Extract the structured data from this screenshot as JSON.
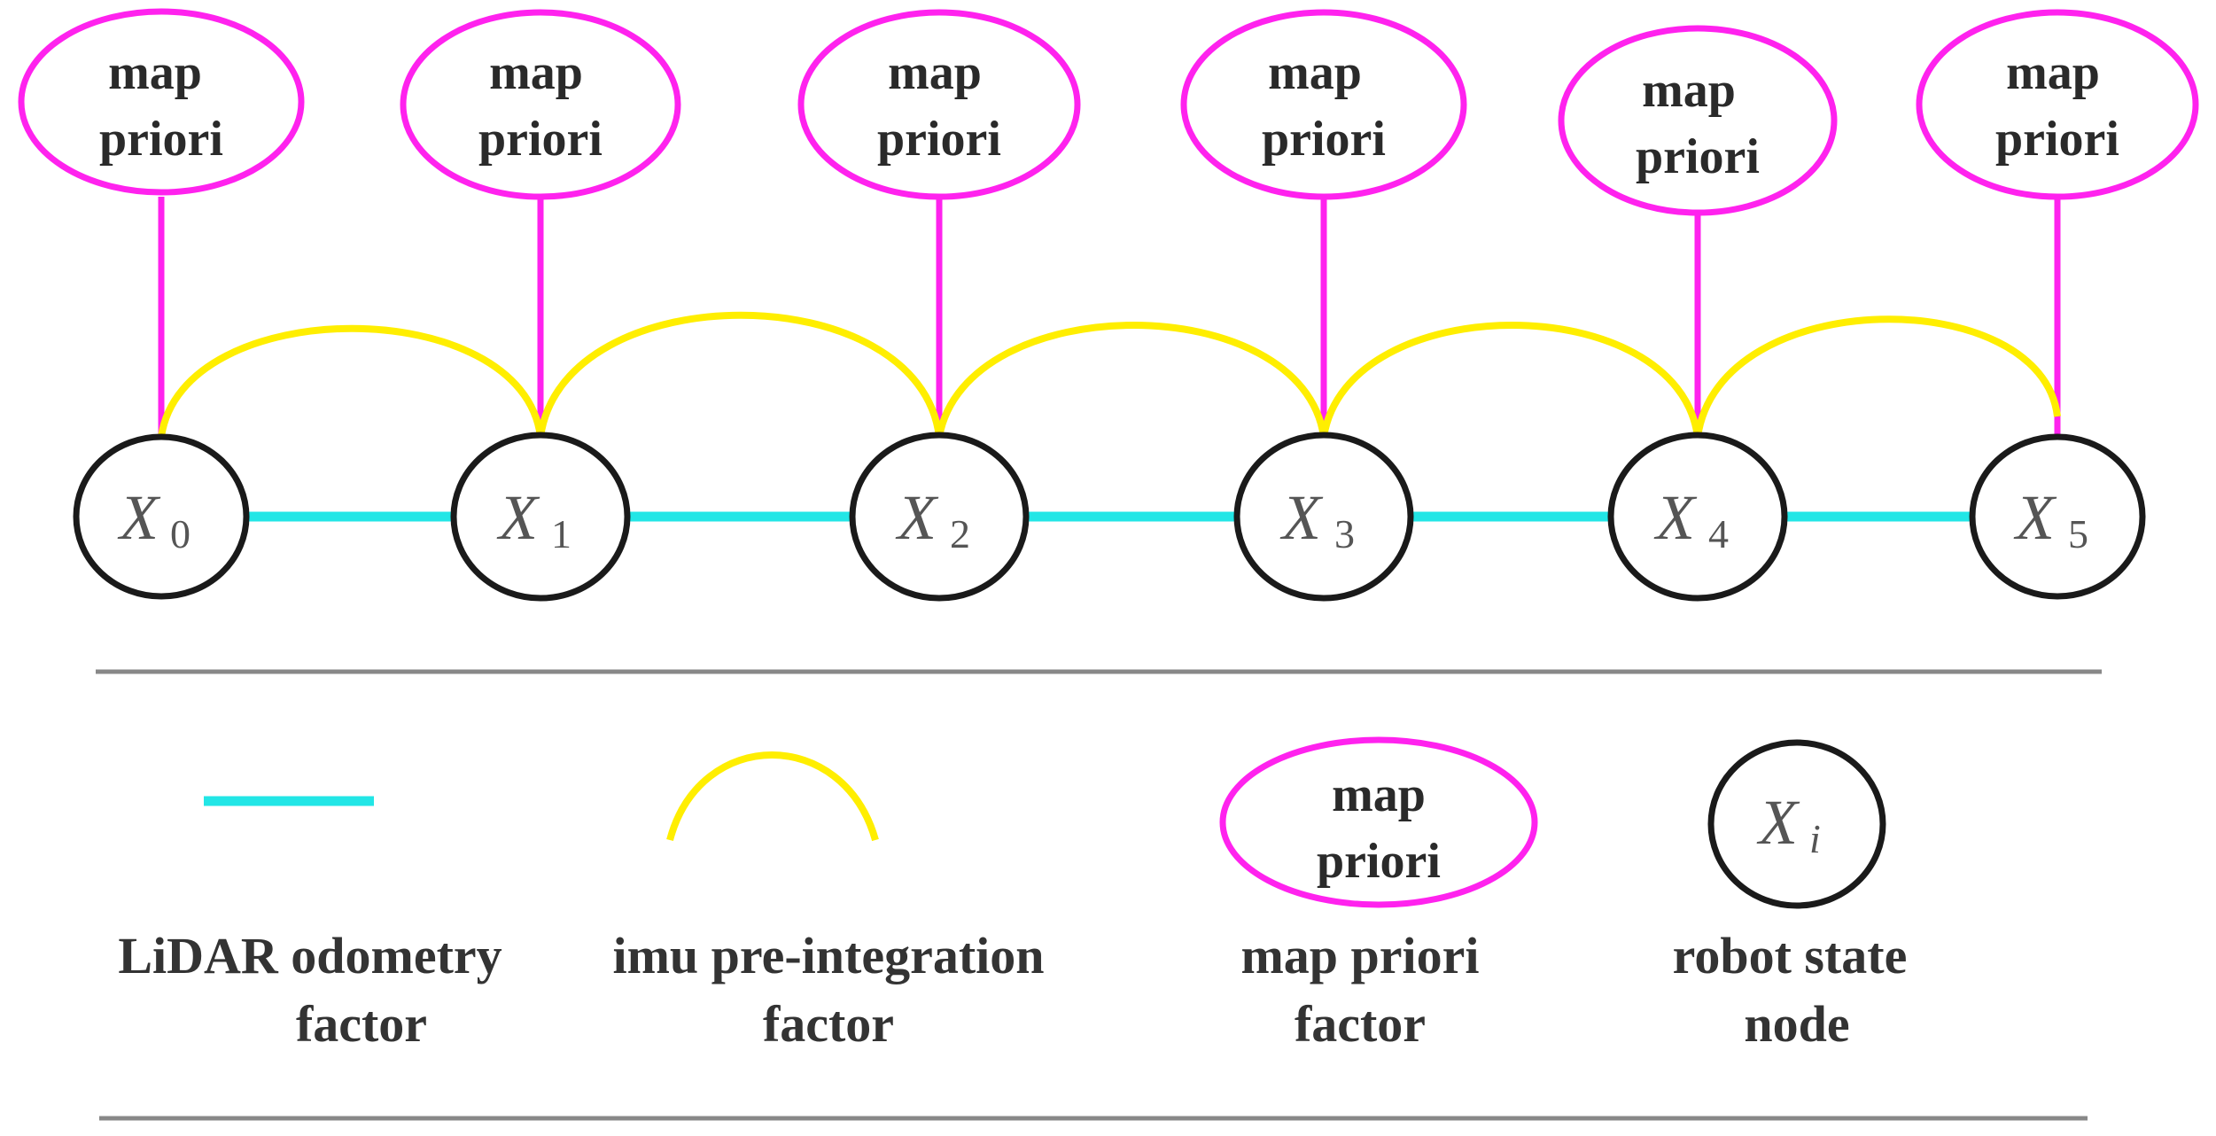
{
  "diagram": {
    "colors": {
      "lidar": "#22e6e6",
      "imu": "#ffee00",
      "map_prior": "#ff22ee",
      "node_stroke": "#1a1a1a",
      "separator": "#888888"
    },
    "nodes": [
      {
        "id": "X0",
        "symbol": "X",
        "subscript": "0"
      },
      {
        "id": "X1",
        "symbol": "X",
        "subscript": "1"
      },
      {
        "id": "X2",
        "symbol": "X",
        "subscript": "2"
      },
      {
        "id": "X3",
        "symbol": "X",
        "subscript": "3"
      },
      {
        "id": "X4",
        "symbol": "X",
        "subscript": "4"
      },
      {
        "id": "X5",
        "symbol": "X",
        "subscript": "5"
      }
    ],
    "priors": [
      {
        "line1": "map",
        "line2": "priori"
      },
      {
        "line1": "map",
        "line2": "priori"
      },
      {
        "line1": "map",
        "line2": "priori"
      },
      {
        "line1": "map",
        "line2": "priori"
      },
      {
        "line1": "map",
        "line2": "priori"
      },
      {
        "line1": "map",
        "line2": "priori"
      }
    ],
    "edges": {
      "lidar_odometry": [
        [
          "X0",
          "X1"
        ],
        [
          "X1",
          "X2"
        ],
        [
          "X2",
          "X3"
        ],
        [
          "X3",
          "X4"
        ],
        [
          "X4",
          "X5"
        ]
      ],
      "imu_preintegration": [
        [
          "X0",
          "X1"
        ],
        [
          "X1",
          "X2"
        ],
        [
          "X2",
          "X3"
        ],
        [
          "X3",
          "X4"
        ],
        [
          "X4",
          "X5"
        ]
      ]
    }
  },
  "legend": {
    "lidar": {
      "line1": "LiDAR odometry",
      "line2": "factor"
    },
    "imu": {
      "line1": "imu pre-integration",
      "line2": "factor"
    },
    "prior": {
      "sample_line1": "map",
      "sample_line2": "priori",
      "line1": "map priori",
      "line2": "factor"
    },
    "node": {
      "sample_symbol": "X",
      "sample_subscript": "i",
      "line1": "robot state",
      "line2": "node"
    }
  }
}
